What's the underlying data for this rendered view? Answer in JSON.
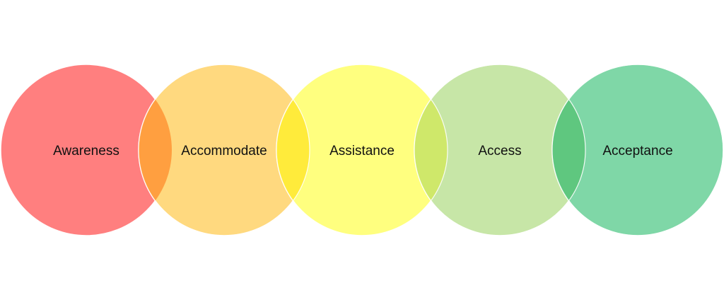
{
  "diagram": {
    "stages": [
      {
        "label": "Awareness",
        "color": "#ff7f7f"
      },
      {
        "label": "Accommodate",
        "color": "#ffd97f"
      },
      {
        "label": "Assistance",
        "color": "#ffff7f"
      },
      {
        "label": "Access",
        "color": "#c7e6a7"
      },
      {
        "label": "Acceptance",
        "color": "#7fd7a7"
      }
    ],
    "overlaps": [
      {
        "color": "#ff9f40"
      },
      {
        "color": "#ffeb3b"
      },
      {
        "color": "#cfe86a"
      },
      {
        "color": "#5fc77f"
      }
    ]
  }
}
